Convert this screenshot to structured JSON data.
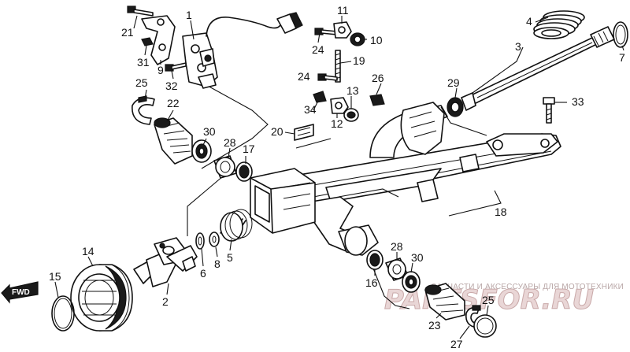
{
  "callouts": {
    "n1": "1",
    "n2": "2",
    "n3": "3",
    "n4": "4",
    "n5": "5",
    "n6": "6",
    "n7": "7",
    "n8": "8",
    "n9": "9",
    "n10": "10",
    "n11": "11",
    "n12": "12",
    "n13": "13",
    "n14": "14",
    "n15": "15",
    "n16": "16",
    "n17": "17",
    "n18": "18",
    "n19": "19",
    "n20": "20",
    "n21": "21",
    "n22": "22",
    "n23": "23",
    "n24a": "24",
    "n24b": "24",
    "n25a": "25",
    "n25b": "25",
    "n26": "26",
    "n27": "27",
    "n28a": "28",
    "n28b": "28",
    "n29": "29",
    "n30a": "30",
    "n30b": "30",
    "n31": "31",
    "n32": "32",
    "n33": "33",
    "n34": "34"
  },
  "fwd_label": "FWD",
  "watermark": {
    "tagline": "ЗАПЧАСТИ И АКСЕССУАРЫ ДЛЯ МОТОТЕХНИКИ",
    "brand": "PARTSFOR.RU"
  },
  "colors": {
    "line": "#111111",
    "background": "#ffffff",
    "watermark": "#c9a9a9"
  }
}
